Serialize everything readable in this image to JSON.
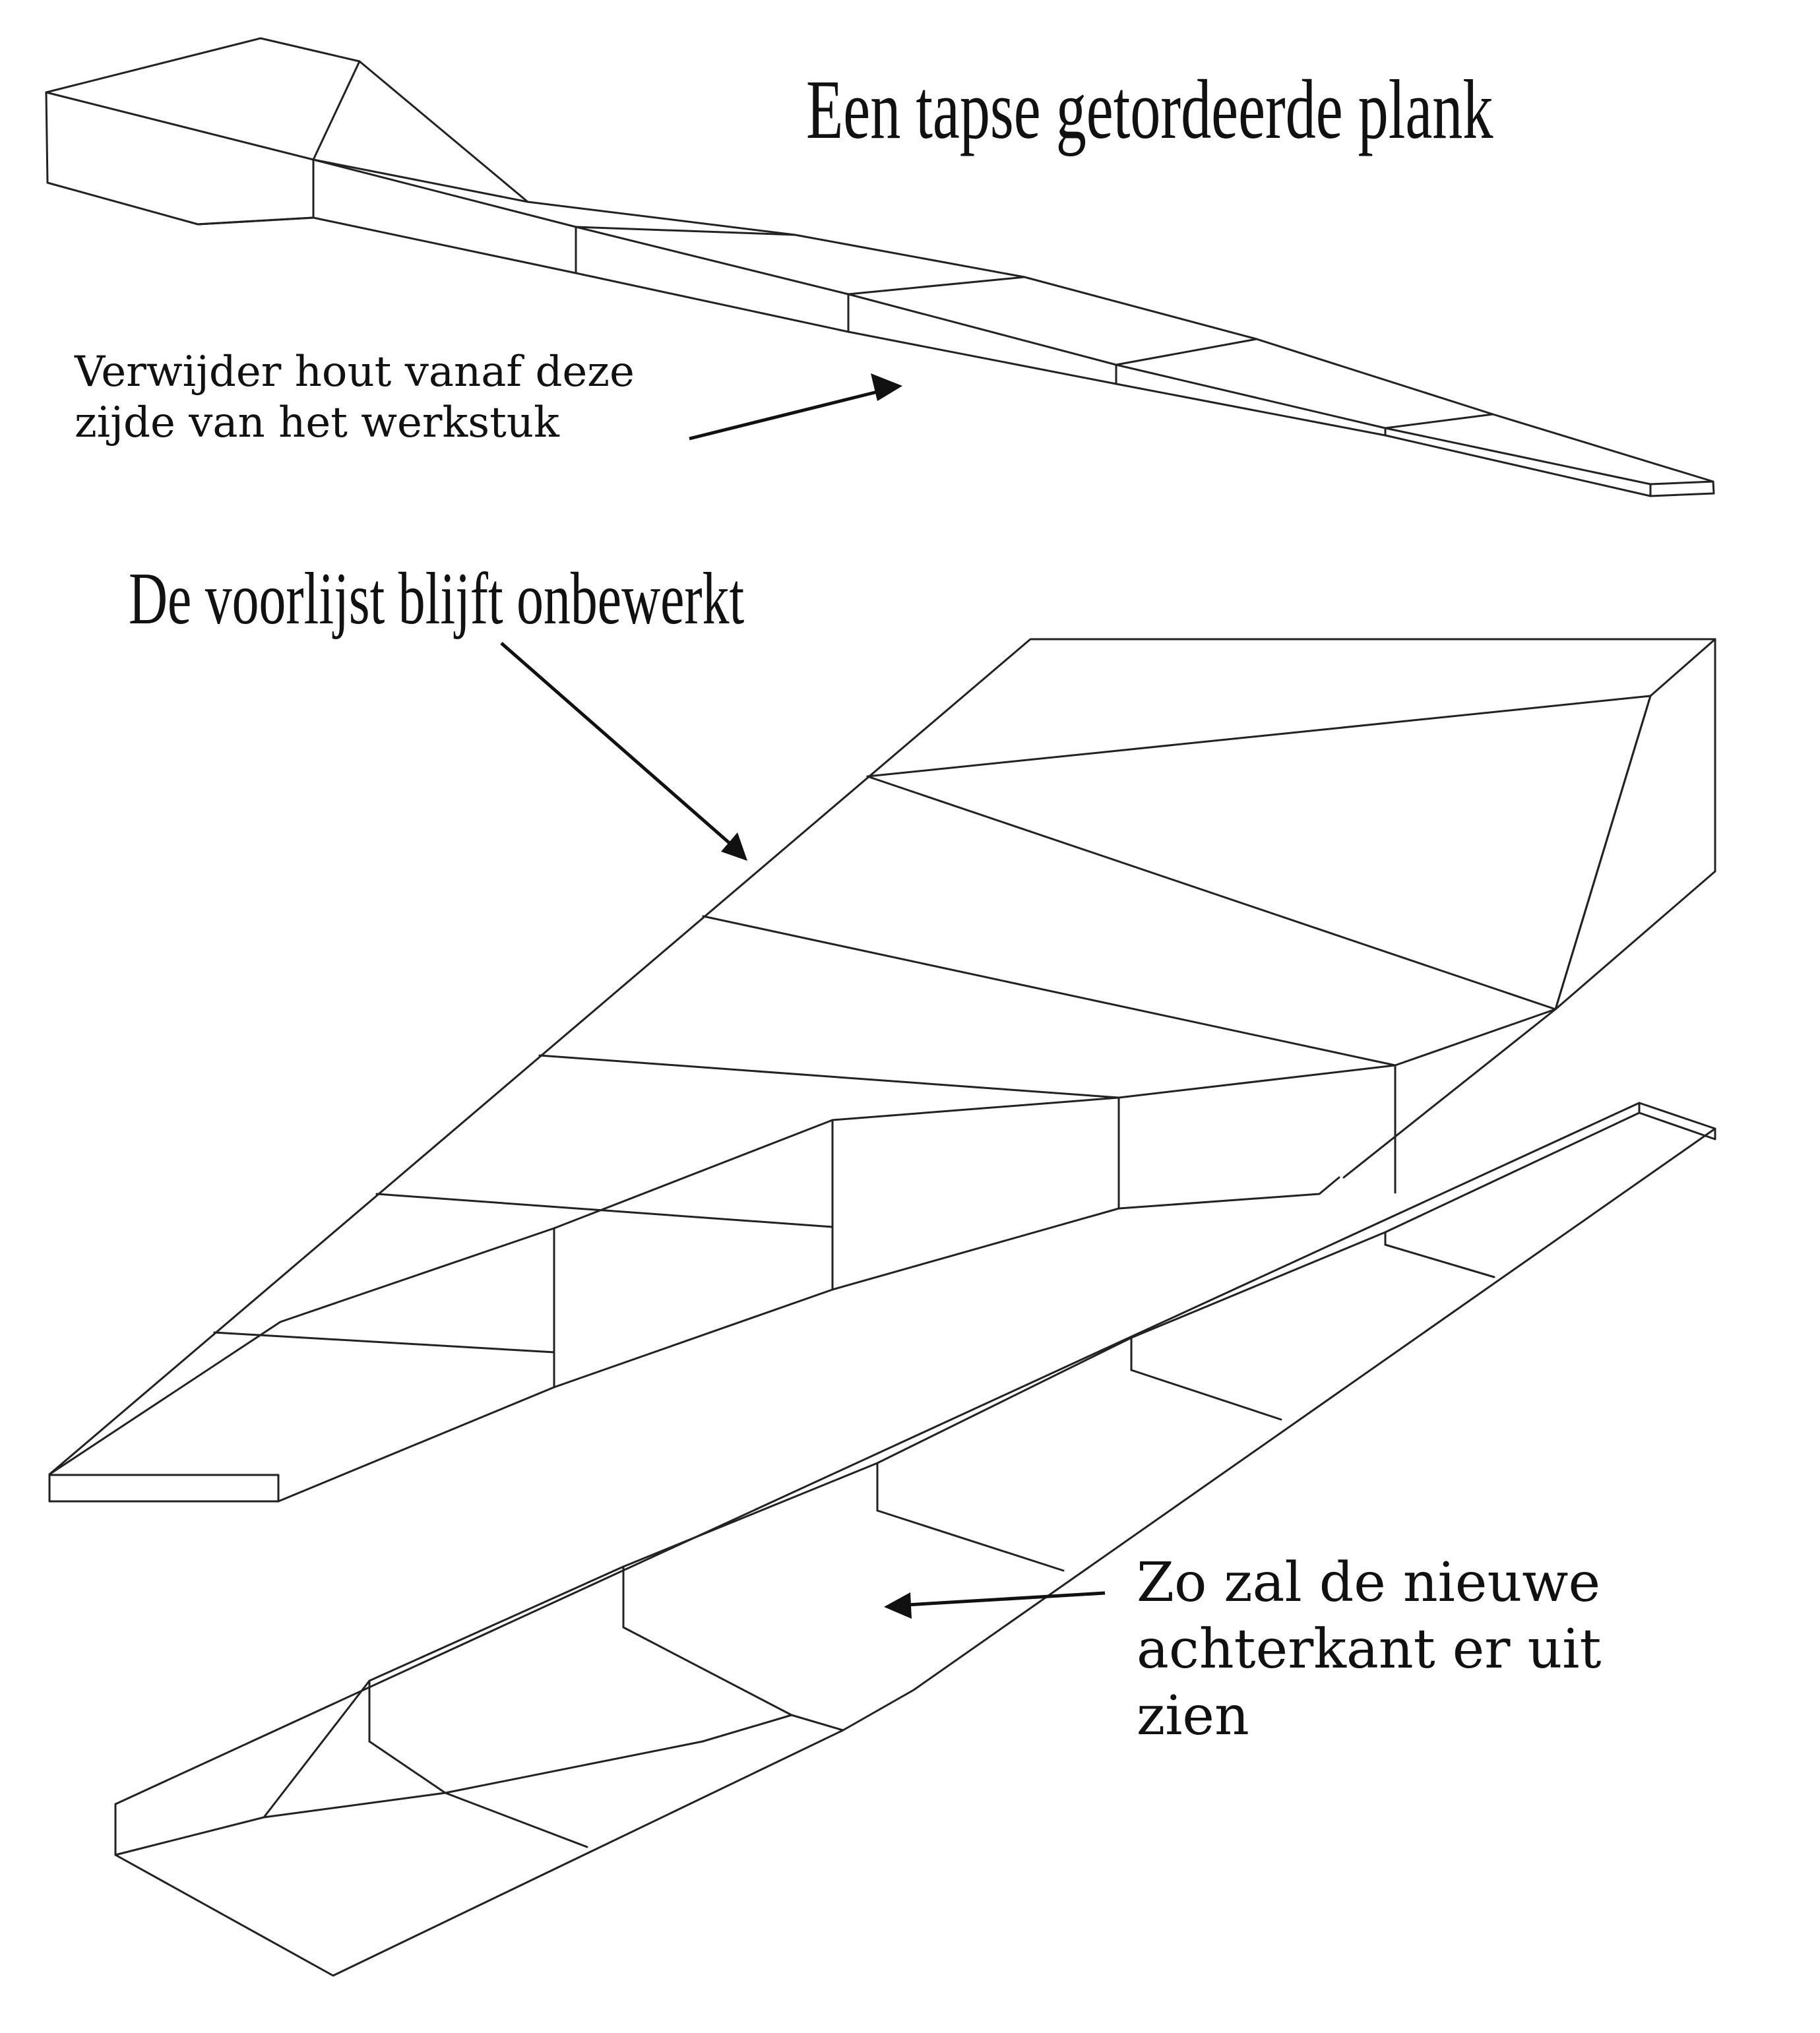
{
  "title": "Een tapse getordeerde plank",
  "labels": {
    "remove_wood": [
      "Verwijder hout vanaf deze",
      "zijde van het werkstuk"
    ],
    "front_edge": "De voorlijst blijft onbewerkt",
    "new_back": [
      "Zo zal de nieuwe",
      "achterkant er uit",
      "zien"
    ]
  },
  "colors": {
    "line": "#222222",
    "text": "#111111",
    "background": "#ffffff"
  }
}
